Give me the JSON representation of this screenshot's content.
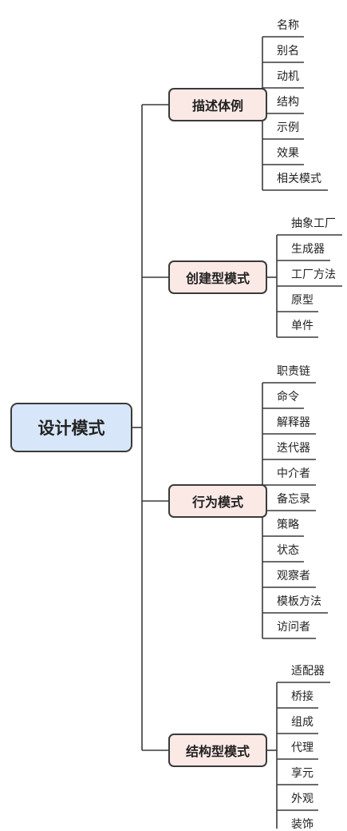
{
  "root": "设计模式",
  "colors": {
    "line": "#3a3a3a",
    "root_fill": "#d7e6f8",
    "branch_fill": "#fbe9e6"
  },
  "branches": [
    {
      "label": "描述体例",
      "leaves": [
        "名称",
        "别名",
        "动机",
        "结构",
        "示例",
        "效果",
        "相关模式"
      ]
    },
    {
      "label": "创建型模式",
      "leaves": [
        "抽象工厂",
        "生成器",
        "工厂方法",
        "原型",
        "单件"
      ]
    },
    {
      "label": "行为模式",
      "leaves": [
        "职责链",
        "命令",
        "解释器",
        "迭代器",
        "中介者",
        "备忘录",
        "策略",
        "状态",
        "观察者",
        "模板方法",
        "访问者"
      ]
    },
    {
      "label": "结构型模式",
      "leaves": [
        "适配器",
        "桥接",
        "组成",
        "代理",
        "享元",
        "外观",
        "装饰"
      ]
    }
  ]
}
